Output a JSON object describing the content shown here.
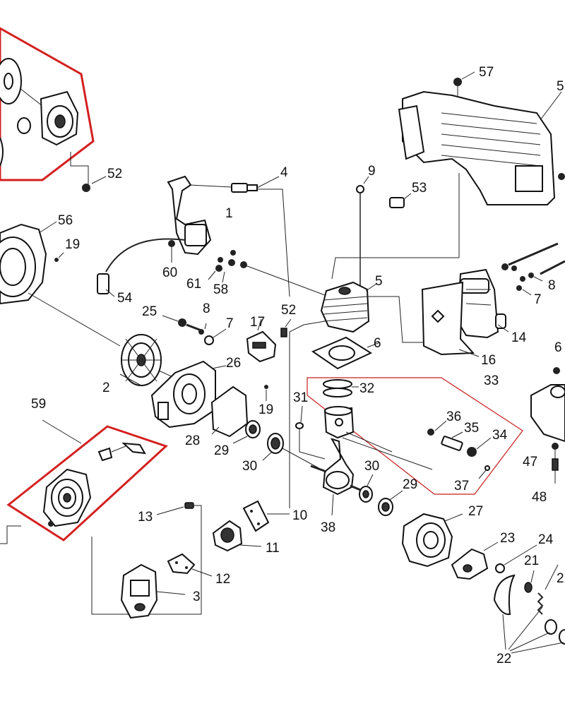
{
  "colors": {
    "ink": "#111111",
    "highlight": "#d42020",
    "background": "#ffffff"
  },
  "labels": {
    "l57": "57",
    "l5b": "5",
    "l4": "4",
    "l9": "9",
    "l53": "53",
    "l52a": "52",
    "l56": "56",
    "l19a": "19",
    "l1": "1",
    "l60": "60",
    "l61": "61",
    "l58": "58",
    "l54": "54",
    "l5": "5",
    "l8a": "8",
    "l7a": "7",
    "l14": "14",
    "l16": "16",
    "l6b": "6",
    "l25": "25",
    "l8b": "8",
    "l7b": "7",
    "l17": "17",
    "l52b": "52",
    "l6": "6",
    "l2": "2",
    "l26": "26",
    "l19b": "19",
    "l28": "28",
    "l29a": "29",
    "l30a": "30",
    "l31": "31",
    "l32": "32",
    "l33": "33",
    "l36": "36",
    "l35": "35",
    "l34": "34",
    "l37": "37",
    "l47": "47",
    "l48": "48",
    "l59": "59",
    "l30b": "30",
    "l29b": "29",
    "l38": "38",
    "l27": "27",
    "l13": "13",
    "l10": "10",
    "l11": "11",
    "l12": "12",
    "l3": "3",
    "l23": "23",
    "l24": "24",
    "l21": "21",
    "l2b": "2",
    "l22": "22"
  }
}
